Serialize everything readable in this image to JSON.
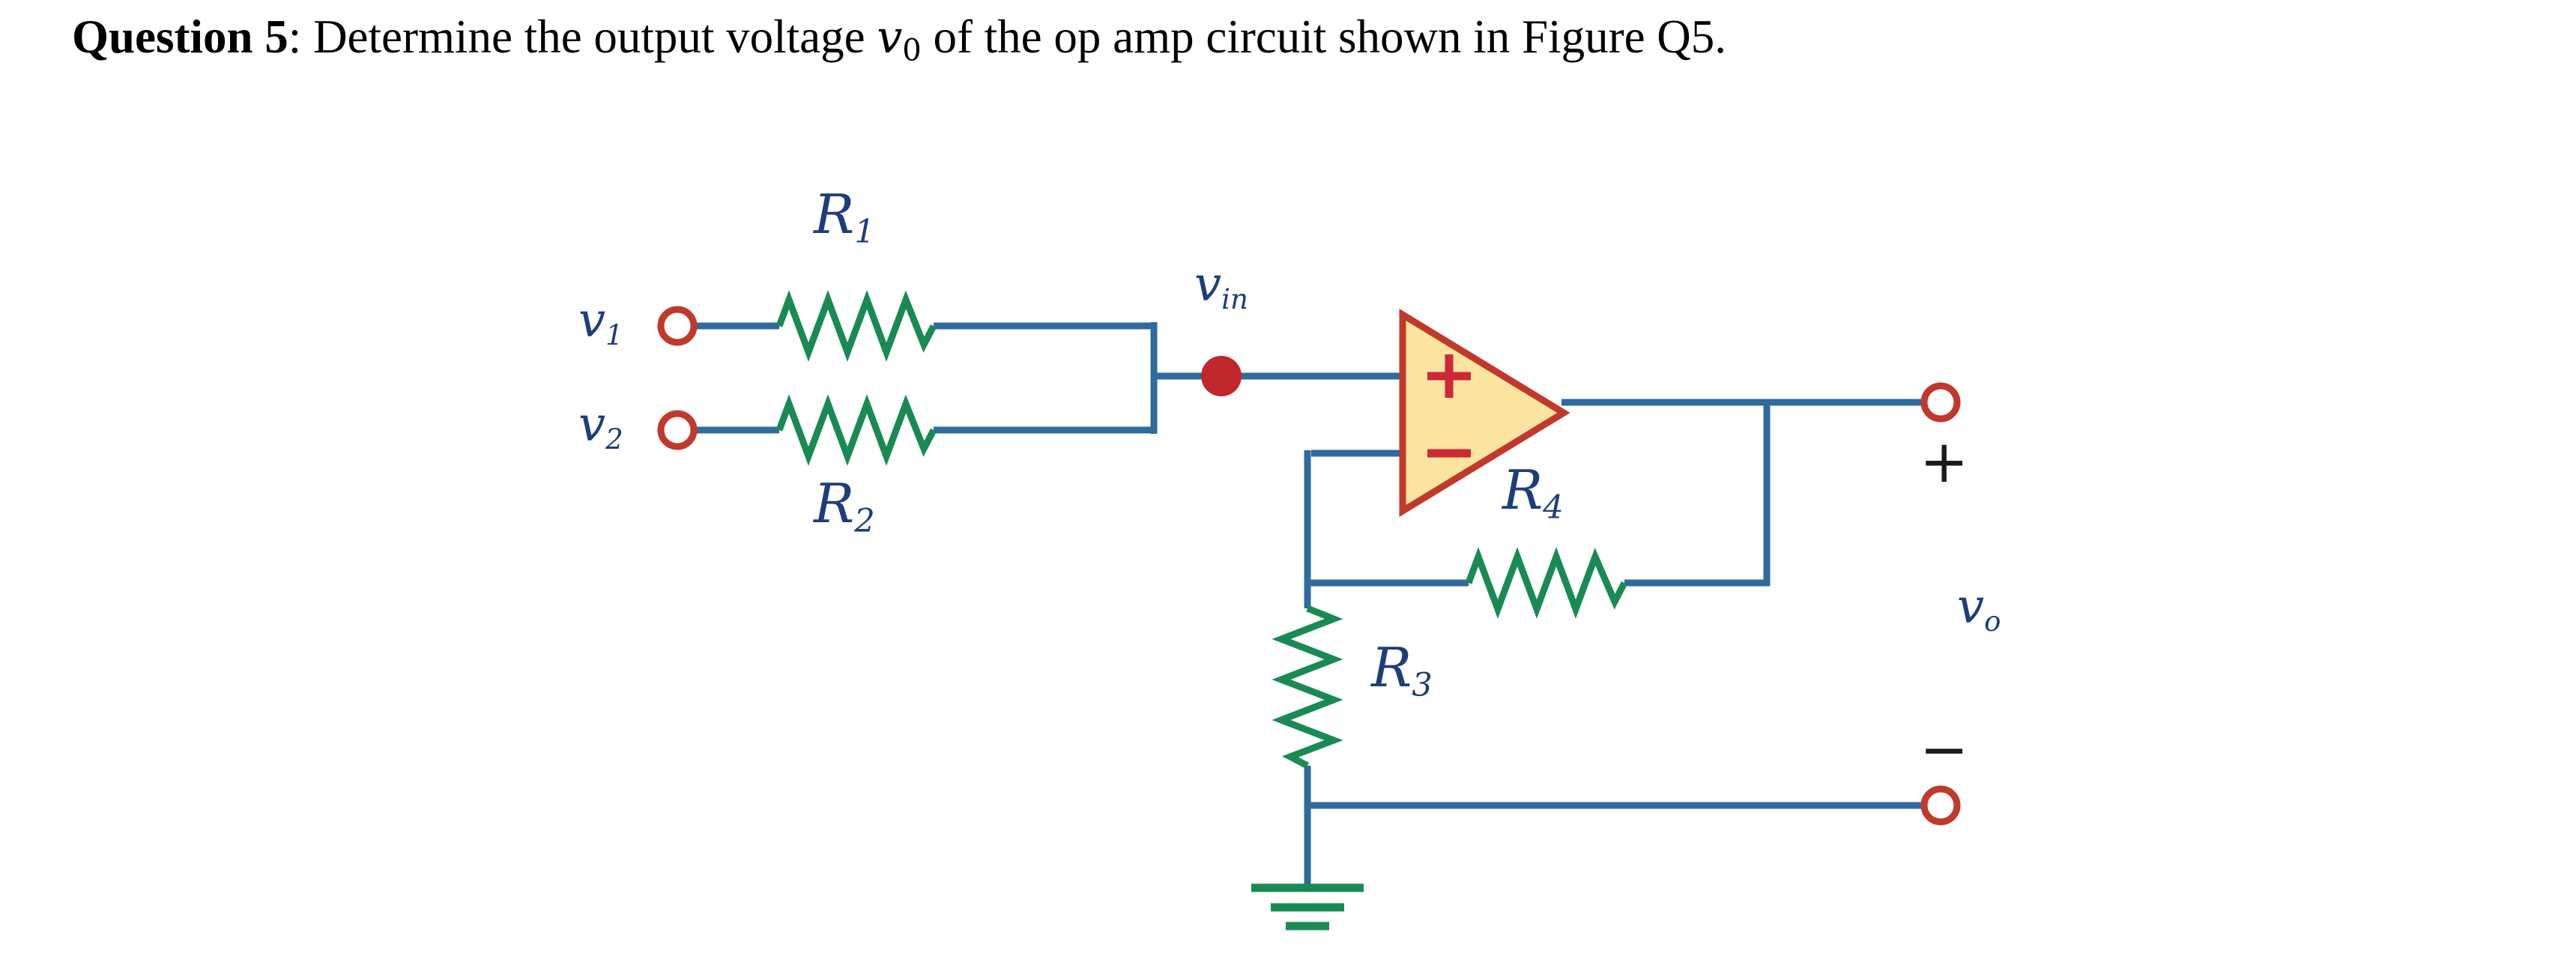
{
  "question": {
    "label": "Question 5",
    "separator": ":",
    "text_before_var": "Determine the output voltage",
    "variable": "v",
    "variable_subscript": "0",
    "text_after_var": "of the op amp circuit shown in Figure Q5."
  },
  "figure": {
    "name": "Figure Q5",
    "type": "op-amp-circuit-schematic",
    "colors": {
      "wire": "#2e6b9e",
      "resistor": "#1a8a55",
      "terminal": "#c0392b",
      "node_dot": "#c0272d",
      "opamp_fill": "#fbe3a0",
      "opamp_border": "#c0392b",
      "opamp_sign": "#cc2936",
      "label_text": "#1f3d7a",
      "sign_text": "#1a1a1a",
      "ground": "#1a8a55",
      "background": "#ffffff"
    },
    "components": [
      {
        "id": "R1",
        "label": "R",
        "subscript": "1",
        "kind": "resistor",
        "orientation": "horizontal"
      },
      {
        "id": "R2",
        "label": "R",
        "subscript": "2",
        "kind": "resistor",
        "orientation": "horizontal"
      },
      {
        "id": "R3",
        "label": "R",
        "subscript": "3",
        "kind": "resistor",
        "orientation": "vertical"
      },
      {
        "id": "R4",
        "label": "R",
        "subscript": "4",
        "kind": "resistor",
        "orientation": "horizontal"
      },
      {
        "id": "opamp",
        "kind": "operational-amplifier",
        "plus_sign": "+",
        "minus_sign": "−"
      },
      {
        "id": "ground",
        "kind": "ground-symbol",
        "bars": 3
      }
    ],
    "node_labels": [
      {
        "id": "v1",
        "label": "v",
        "subscript": "1"
      },
      {
        "id": "v2",
        "label": "v",
        "subscript": "2"
      },
      {
        "id": "vin",
        "label": "v",
        "subscript": "in"
      },
      {
        "id": "vo",
        "label": "v",
        "subscript": "o"
      }
    ],
    "polarity": {
      "output_plus": "+",
      "output_minus": "−"
    },
    "terminals": [
      {
        "id": "term-v1",
        "kind": "open-circle"
      },
      {
        "id": "term-v2",
        "kind": "open-circle"
      },
      {
        "id": "term-out-top",
        "kind": "open-circle"
      },
      {
        "id": "term-out-bottom",
        "kind": "open-circle"
      }
    ]
  }
}
